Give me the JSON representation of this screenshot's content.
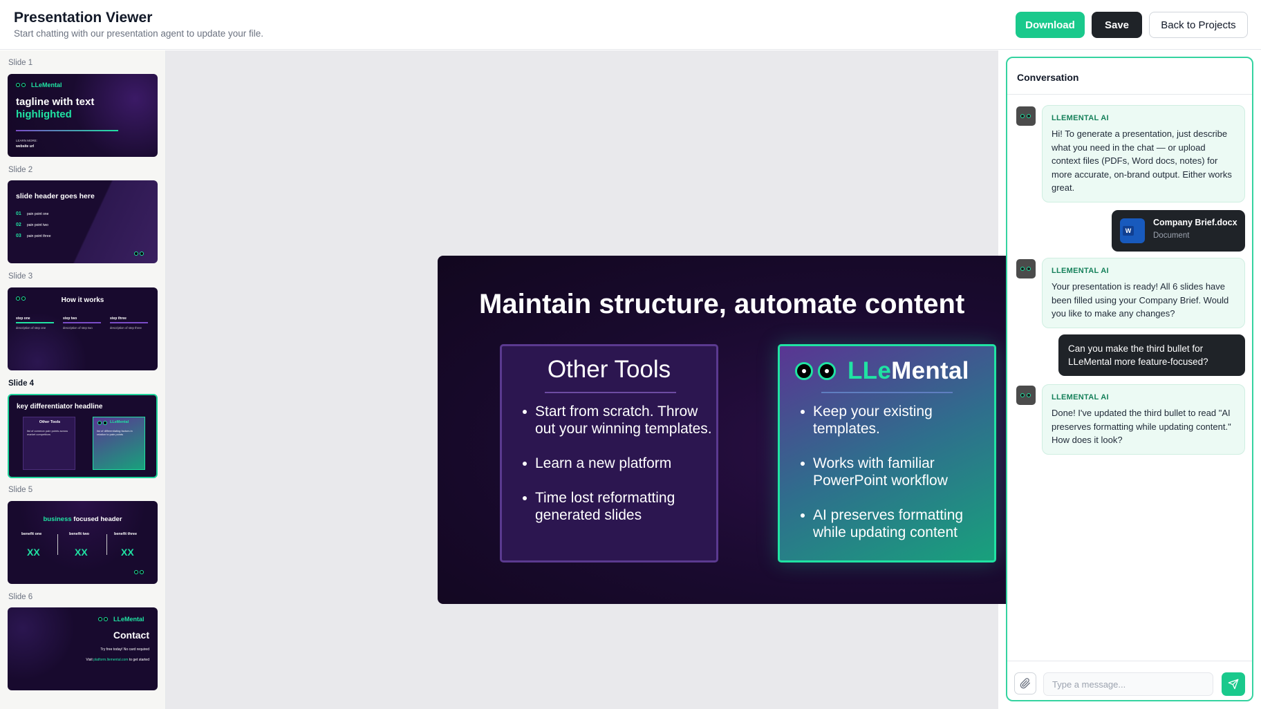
{
  "header": {
    "title": "Presentation Viewer",
    "subtitle": "Start chatting with our presentation agent to update your file.",
    "download_label": "Download",
    "save_label": "Save",
    "back_label": "Back to Projects"
  },
  "sidebar": {
    "active_index": 3,
    "slides": [
      {
        "label": "Slide 1",
        "brand": "LLeMental",
        "line1": "tagline with text",
        "line2": "highlighted",
        "footer_label": "LEARN MORE:",
        "footer_value": "website url"
      },
      {
        "label": "Slide 2",
        "heading": "slide header goes here",
        "points": [
          {
            "num": "01",
            "text": "pain point one"
          },
          {
            "num": "02",
            "text": "pain point two"
          },
          {
            "num": "03",
            "text": "pain point three"
          }
        ]
      },
      {
        "label": "Slide 3",
        "heading": "How it works",
        "steps": [
          {
            "title": "step one",
            "desc": "description of step one"
          },
          {
            "title": "step two",
            "desc": "description of step two"
          },
          {
            "title": "step three",
            "desc": "description of step three"
          }
        ]
      },
      {
        "label": "Slide 4",
        "heading": "key differentiator headline",
        "left_title": "Other Tools",
        "left_text": "list of common pain points across market competitors",
        "right_brand": "LLeMental",
        "right_text": "list of differentiating factors in relation to pain points"
      },
      {
        "label": "Slide 5",
        "heading_green": "business",
        "heading_rest": "focused header",
        "benefits": [
          {
            "title": "benefit one",
            "value": "XX"
          },
          {
            "title": "benefit two",
            "value": "XX"
          },
          {
            "title": "benefit three",
            "value": "XX"
          }
        ]
      },
      {
        "label": "Slide 6",
        "brand": "LLeMental",
        "heading": "Contact",
        "line1": "Try free today! No card required",
        "line2_pre": "Visit",
        "line2_link": "platform.llemental.com",
        "line2_post": "to get started"
      }
    ]
  },
  "stage": {
    "title": "Maintain structure, automate content",
    "left_card": {
      "title": "Other Tools",
      "bullets": [
        "Start from scratch. Throw out your winning templates.",
        "Learn a new platform",
        "Time lost reformatting generated slides"
      ]
    },
    "right_card": {
      "brand_pre": "LLe",
      "brand_mid": "M",
      "brand_post": "ental",
      "bullets": [
        "Keep your existing templates.",
        "Works with familiar PowerPoint workflow",
        "AI preserves formatting while updating content"
      ]
    }
  },
  "chat": {
    "title": "Conversation",
    "messages": [
      {
        "sender": "LLEMENTAL AI",
        "text": "Hi! To generate a presentation, just describe what you need in the chat — or upload context files (PDFs, Word docs, notes) for more accurate, on-brand output. Either works great."
      },
      {
        "file_name": "Company Brief.docx",
        "file_type": "Document",
        "file_icon_letter": "W"
      },
      {
        "sender": "LLEMENTAL AI",
        "text": "Your presentation is ready! All 6 slides have been filled using your Company Brief. Would you like to make any changes?"
      },
      {
        "text": "Can you make the third bullet for LLeMental more feature-focused?"
      },
      {
        "sender": "LLEMENTAL AI",
        "text": "Done! I've updated the third bullet to read \"AI preserves formatting while updating content.\" How does it look?"
      }
    ],
    "input_placeholder": "Type a message..."
  },
  "colors": {
    "accent": "#1ac98c",
    "brand_green": "#20e3a3",
    "dark": "#1f2328",
    "slide_bg": "#190a2e"
  },
  "icons": {
    "attach": "paperclip-icon",
    "send": "send-icon",
    "avatar": "llemental-eyes-icon",
    "doc": "word-doc-icon"
  }
}
